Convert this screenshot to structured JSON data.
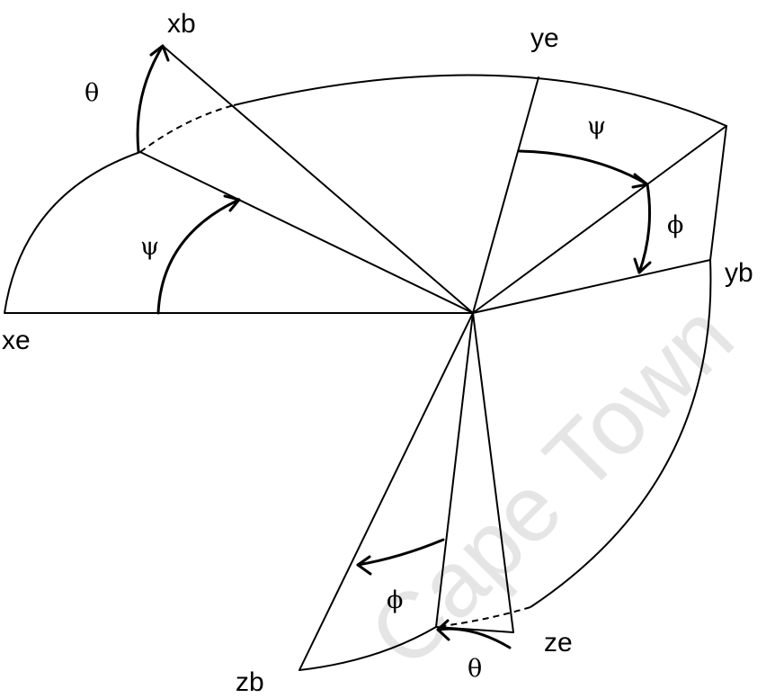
{
  "axes": {
    "xe": "xe",
    "ye": "ye",
    "ze": "ze",
    "xb": "xb",
    "yb": "yb",
    "zb": "zb"
  },
  "angles": {
    "psi": "ψ",
    "theta": "θ",
    "phi": "ϕ"
  },
  "watermark": "Cape Town",
  "colors": {
    "ink": "#000000",
    "background": "#ffffff",
    "watermark": "#d0d0d0"
  }
}
